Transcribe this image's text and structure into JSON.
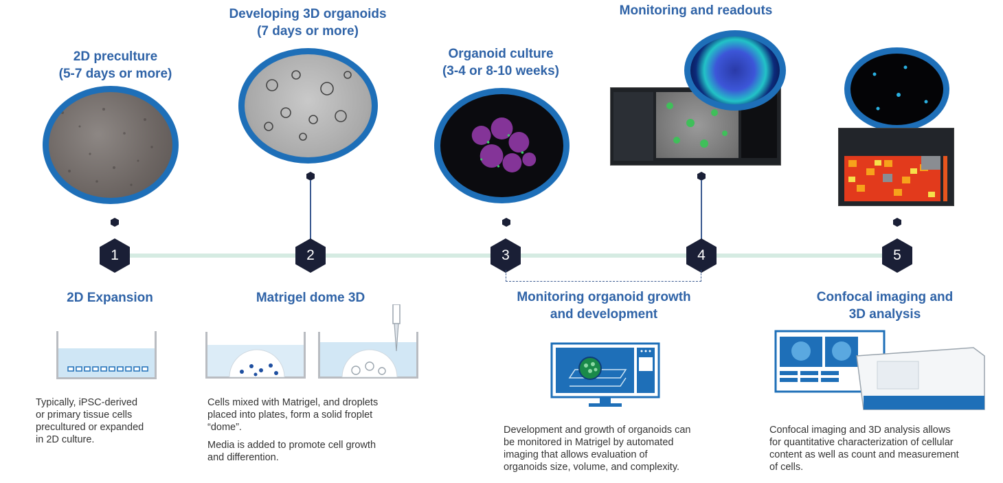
{
  "steps": [
    {
      "number": "1",
      "top_title": [
        "2D preculture",
        "(5-7 days or more)"
      ]
    },
    {
      "number": "2",
      "top_title": [
        "Developing 3D organoids",
        "(7 days or more)"
      ]
    },
    {
      "number": "3",
      "top_title": [
        "Organoid culture",
        "(3-4 or 8-10 weeks)"
      ]
    },
    {
      "number": "4",
      "top_title": [
        "Monitoring and readouts"
      ]
    },
    {
      "number": "5",
      "top_title": []
    }
  ],
  "bottom": [
    {
      "title": [
        "2D Expansion"
      ],
      "desc": [
        "Typically, iPSC-derived",
        "or primary tissue cells",
        "precultured or expanded",
        "in 2D culture."
      ]
    },
    {
      "title": [
        "Matrigel dome 3D"
      ],
      "desc_p1": [
        "Cells mixed with Matrigel, and droplets",
        "placed into plates, form a solid froplet",
        "“dome”."
      ],
      "desc_p2": [
        "Media is added to promote cell growth",
        "and differention."
      ]
    },
    {
      "title": [
        "Monitoring organoid growth",
        "and development"
      ],
      "desc": [
        "Development and growth of organoids can",
        "be monitored in Matrigel by automated",
        "imaging that allows evaluation of",
        "organoids size, volume, and complexity."
      ]
    },
    {
      "title": [
        "Confocal imaging and",
        "3D analysis"
      ],
      "desc": [
        "Confocal imaging and 3D analysis allows",
        "for quantitative characterization of cellular",
        "content as well as count and measurement",
        "of cells."
      ]
    }
  ],
  "colors": {
    "accent": "#2f63a7",
    "ring": "#1e6fb8",
    "hex": "#1a1f36",
    "timeline": "#d5ebe2"
  }
}
